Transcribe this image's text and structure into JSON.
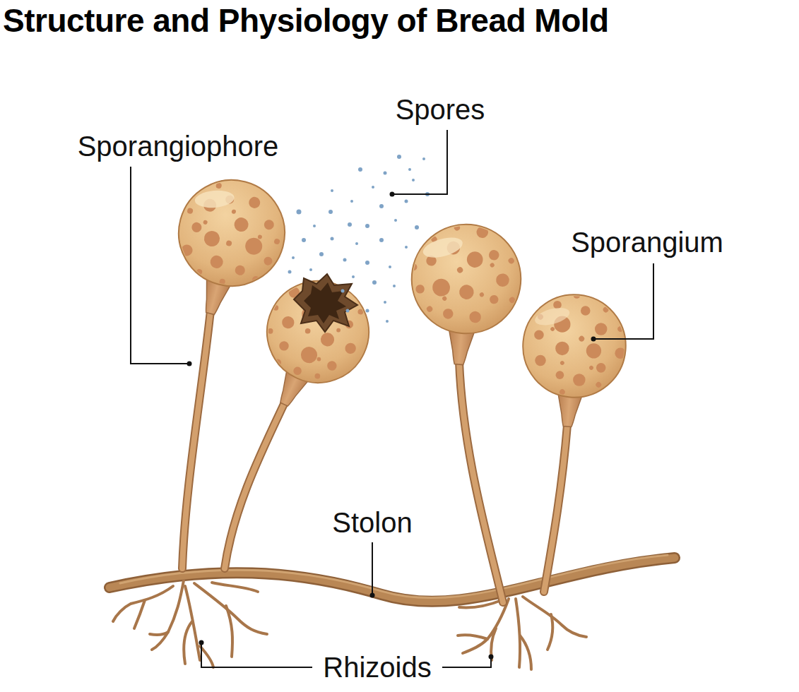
{
  "diagram": {
    "title": "Structure and Physiology of Bread Mold",
    "labels": [
      "Sporangiophore",
      "Spores",
      "Sporangium",
      "Stolon",
      "Rhizoids"
    ]
  }
}
